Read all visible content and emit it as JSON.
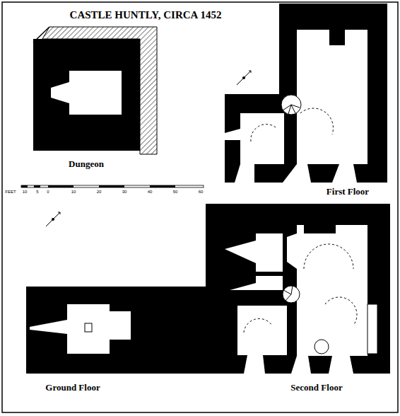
{
  "diagram": {
    "title": "CASTLE HUNTLY, CIRCA 1452",
    "labels": [
      "Dungeon",
      "First Floor",
      "Ground Floor",
      "Second Floor",
      "FEET",
      "10",
      "5",
      "0",
      "10",
      "20",
      "30",
      "40",
      "50",
      "60"
    ]
  }
}
